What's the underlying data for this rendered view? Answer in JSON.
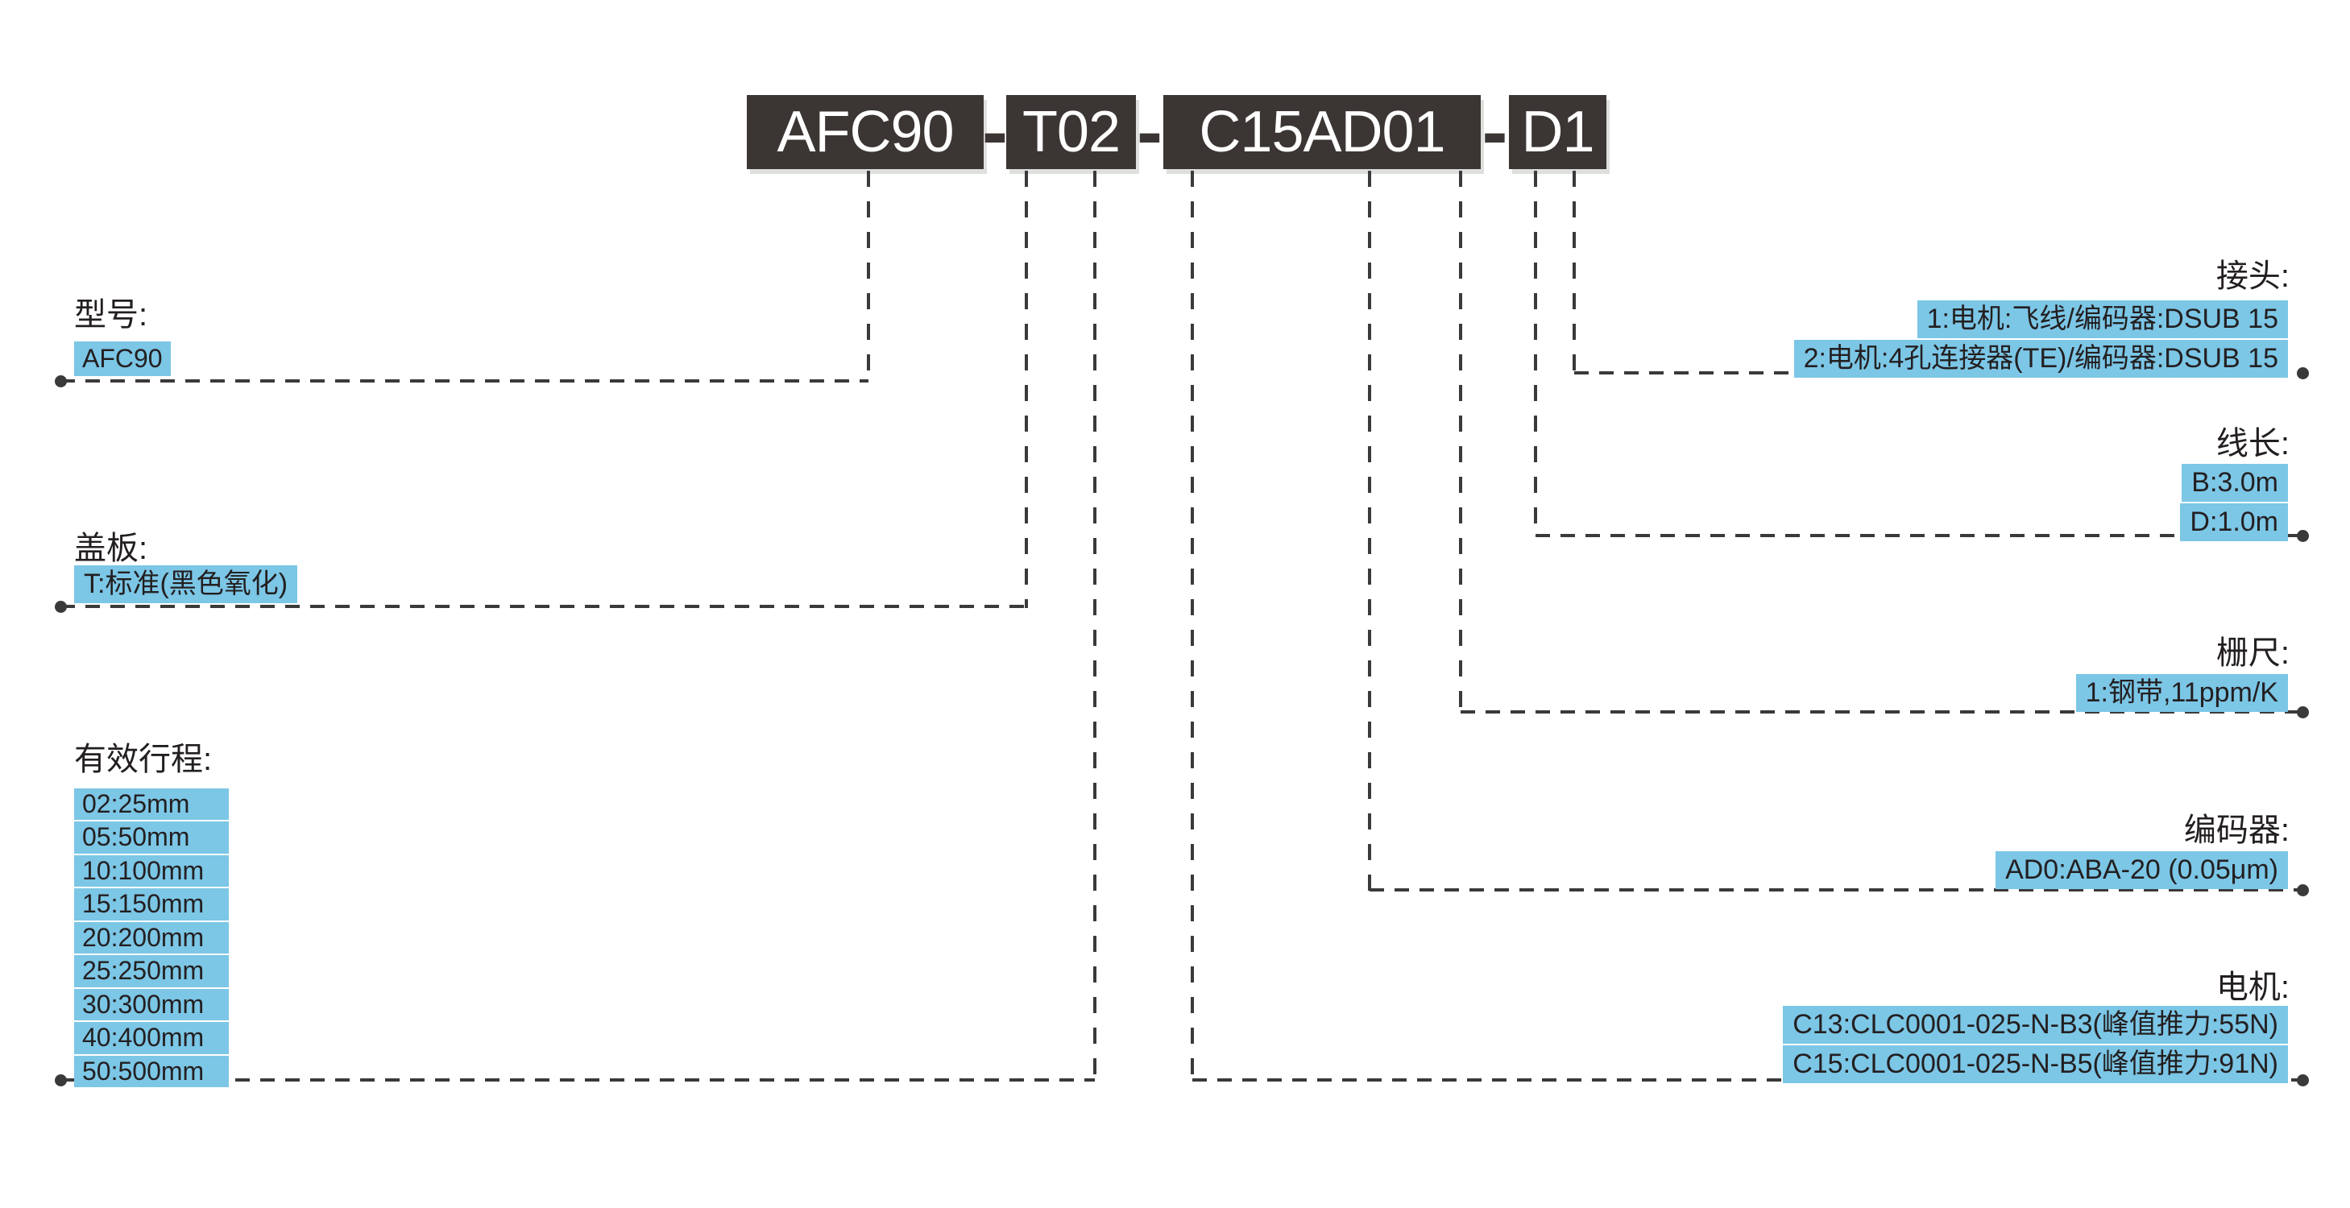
{
  "model_code": {
    "segments": [
      "AFC90",
      "T02",
      "C15AD01",
      "D1"
    ],
    "separator": "-"
  },
  "groups": {
    "model": {
      "label": "型号:",
      "options": [
        "AFC90"
      ]
    },
    "cover": {
      "label": "盖板:",
      "options": [
        "T:标准(黑色氧化)"
      ]
    },
    "stroke": {
      "label": "有效行程:",
      "options": [
        "02:25mm",
        "05:50mm",
        "10:100mm",
        "15:150mm",
        "20:200mm",
        "25:250mm",
        "30:300mm",
        "40:400mm",
        "50:500mm"
      ]
    },
    "connector": {
      "label": "接头:",
      "options": [
        "1:电机:飞线/编码器:DSUB 15",
        "2:电机:4孔连接器(TE)/编码器:DSUB 15"
      ]
    },
    "cable": {
      "label": "线长:",
      "options": [
        "B:3.0m",
        "D:1.0m"
      ]
    },
    "scale": {
      "label": "栅尺:",
      "options": [
        "1:钢带,11ppm/K"
      ]
    },
    "encoder": {
      "label": "编码器:",
      "options": [
        "AD0:ABA-20 (0.05μm)"
      ]
    },
    "motor": {
      "label": "电机:",
      "options": [
        "C13:CLC0001-025-N-B3(峰值推力:55N)",
        "C15:CLC0001-025-N-B5(峰值推力:91N)"
      ]
    }
  },
  "colors": {
    "highlight": "#7cc6e6",
    "code_block": "#3b3634",
    "text": "#231f20",
    "line": "#3a3a3a"
  }
}
